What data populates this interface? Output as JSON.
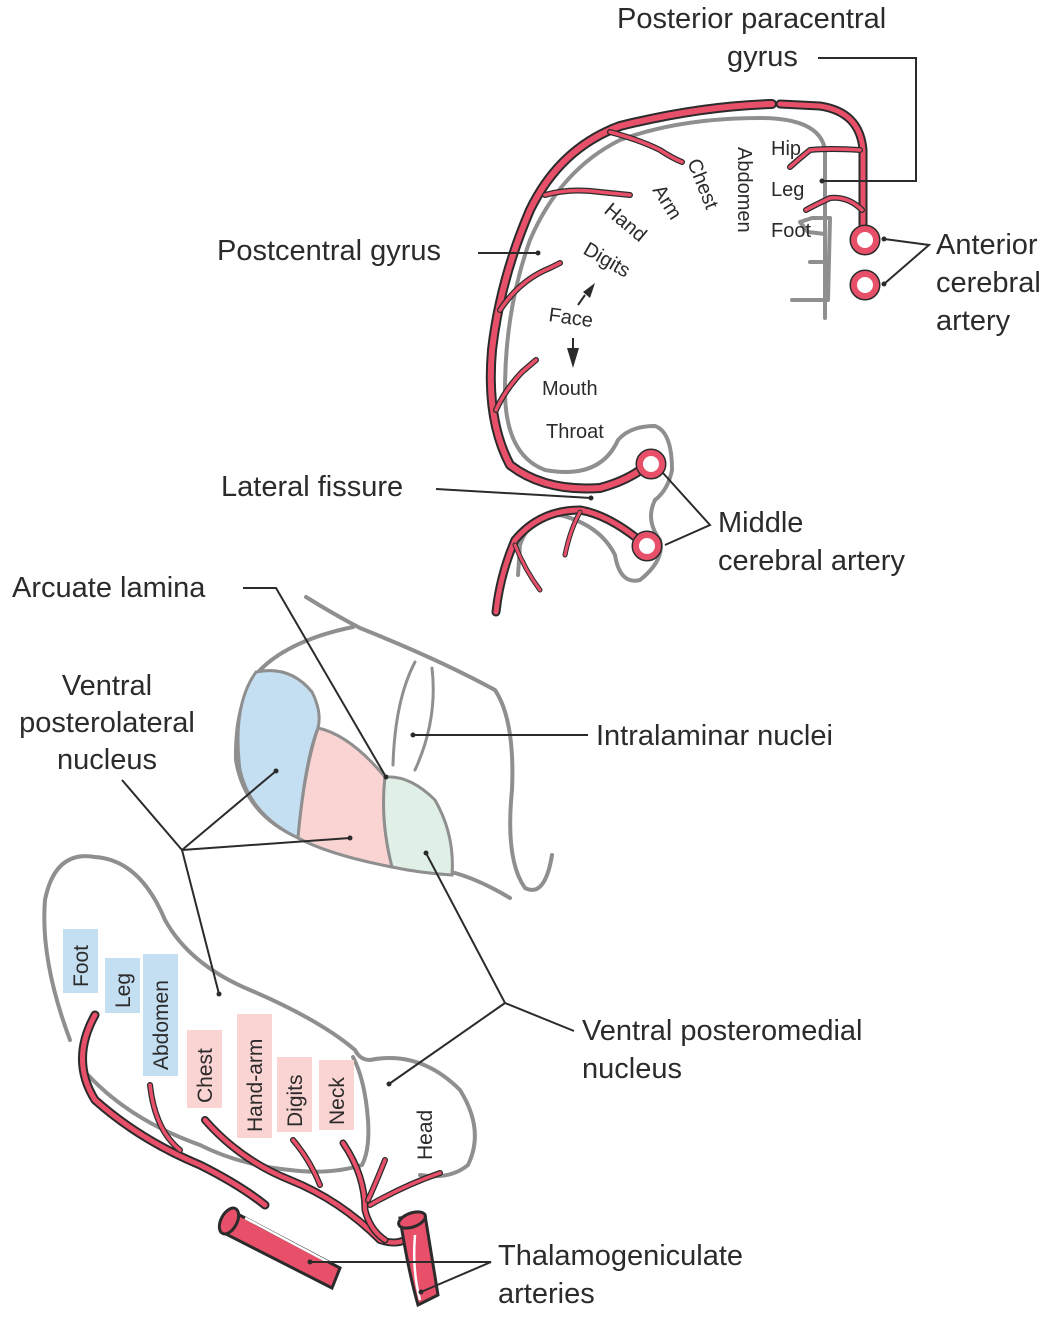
{
  "title": "Somatotopic organization of the postcentral gyrus and ventral posterior thalamus with arterial supply",
  "colors": {
    "artery": "#e8506a",
    "outline": "#8f8f8f",
    "text": "#2b2b2b",
    "vpl_lower_body": "#c4def2",
    "vpl_upper_body": "#fad4d2",
    "vpm": "#e0f0e7"
  },
  "cortex": {
    "callouts": {
      "posterior_paracentral_line1": "Posterior paracentral",
      "posterior_paracentral_line2": "gyrus",
      "postcentral_gyrus": "Postcentral gyrus",
      "lateral_fissure": "Lateral fissure",
      "anterior_cerebral_line1": "Anterior",
      "anterior_cerebral_line2": "cerebral",
      "anterior_cerebral_line3": "artery",
      "middle_cerebral_line1": "Middle",
      "middle_cerebral_line2": "cerebral artery"
    },
    "homunculus": {
      "hip": "Hip",
      "leg": "Leg",
      "foot": "Foot",
      "abdomen": "Abdomen",
      "chest": "Chest",
      "arm": "Arm",
      "hand": "Hand",
      "digits": "Digits",
      "face": "Face",
      "mouth": "Mouth",
      "throat": "Throat"
    }
  },
  "thalamus": {
    "callouts": {
      "arcuate_lamina": "Arcuate lamina",
      "vpl_line1": "Ventral",
      "vpl_line2": "posterolateral",
      "vpl_line3": "nucleus",
      "intralaminar": "Intralaminar nuclei",
      "vpm_line1": "Ventral posteromedial",
      "vpm_line2": "nucleus",
      "thalamogeniculate_line1": "Thalamogeniculate",
      "thalamogeniculate_line2": "arteries"
    },
    "body_tags": [
      {
        "label": "Foot",
        "group": "lower_body"
      },
      {
        "label": "Leg",
        "group": "lower_body"
      },
      {
        "label": "Abdomen",
        "group": "lower_body"
      },
      {
        "label": "Chest",
        "group": "upper_body"
      },
      {
        "label": "Hand-arm",
        "group": "upper_body"
      },
      {
        "label": "Digits",
        "group": "upper_body"
      },
      {
        "label": "Neck",
        "group": "upper_body"
      }
    ],
    "head_label": "Head"
  }
}
